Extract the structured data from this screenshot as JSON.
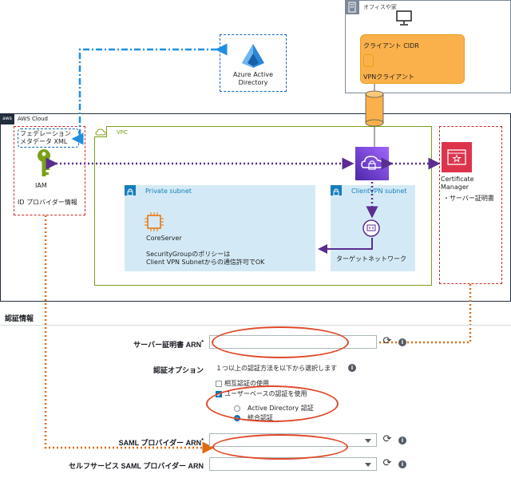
{
  "diagram": {
    "onprem_label": "オフィスや家",
    "client_cidr_label": "クライアント CIDR",
    "vpn_client_label": "VPNクライアント",
    "azure_ad_label_1": "Azure Active",
    "azure_ad_label_2": "Directory",
    "aws_cloud_label": "AWS Cloud",
    "aws_badge": "aws",
    "federation_label_1": "フェデレーション",
    "federation_label_2": "メタデータ XML",
    "iam_label": "IAM",
    "id_provider_label": "ID プロバイダー情報",
    "vpc_label": "VPC",
    "private_subnet_label": "Private subnet",
    "clientvpn_subnet_label": "ClientVPN subnet",
    "core_server_label": "CoreServer",
    "sg_note_1": "SecurityGroupのポリシーは",
    "sg_note_2": "Client VPN Subnetからの通信許可でOK",
    "target_network_label": "ターゲットネットワーク",
    "cert_manager_label_1": "Certificate",
    "cert_manager_label_2": "Manager",
    "server_cert_label": "・サーバー証明書"
  },
  "form": {
    "section_title": "認証情報",
    "server_cert_arn_label": "サーバー証明書 ARN",
    "server_cert_arn_value": "",
    "auth_options_label": "認証オプション",
    "auth_options_hint": "１つ以上の認証方法を以下から選択します",
    "mutual_auth_label": "相互認証の使用",
    "mutual_auth_checked": false,
    "user_auth_label": "ユーザーベースの認証を使用",
    "user_auth_checked": true,
    "ad_auth_label": "Active Directory 認証",
    "federated_auth_label": "統合認証",
    "selected_auth": "統合認証",
    "saml_arn_label": "SAML プロバイダー ARN",
    "saml_arn_value": "",
    "selfservice_saml_arn_label": "セルフサービス SAML プロバイダー ARN",
    "selfservice_saml_arn_value": "",
    "required_mark": "*"
  },
  "icons": {
    "refresh": "refresh-icon",
    "info": "info-icon",
    "dropdown": "chevron-down-icon"
  },
  "colors": {
    "federation_link": "#1f8fe0",
    "vpc_link": "#5a2d91",
    "provider_link": "#e06a12",
    "highlight_ring": "#e0492a",
    "vpc_border": "#7aa116",
    "subnet_fill": "#d3eaf6",
    "client_box": "#fbb14b"
  }
}
